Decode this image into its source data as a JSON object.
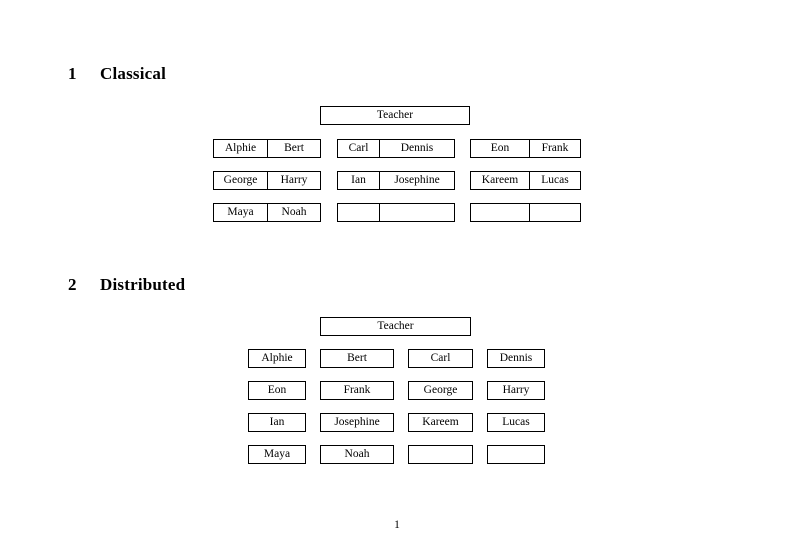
{
  "document": {
    "page_number": "1",
    "background_color": "#ffffff",
    "text_color": "#000000",
    "rule_color": "#000000"
  },
  "sections": [
    {
      "number": "1",
      "title": "Classical",
      "layout": "merged-pairs",
      "teacher_label": "Teacher",
      "groups": [
        {
          "name": "group-left",
          "rows": [
            [
              "Alphie",
              "Bert"
            ],
            [
              "George",
              "Harry"
            ],
            [
              "Maya",
              "Noah"
            ]
          ]
        },
        {
          "name": "group-middle",
          "rows": [
            [
              "Carl",
              "Dennis"
            ],
            [
              "Ian",
              "Josephine"
            ],
            [
              "",
              ""
            ]
          ]
        },
        {
          "name": "group-right",
          "rows": [
            [
              "Eon",
              "Frank"
            ],
            [
              "Kareem",
              "Lucas"
            ],
            [
              "",
              ""
            ]
          ]
        }
      ]
    },
    {
      "number": "2",
      "title": "Distributed",
      "layout": "independent-boxes",
      "teacher_label": "Teacher",
      "rows": [
        [
          "Alphie",
          "Bert",
          "Carl",
          "Dennis"
        ],
        [
          "Eon",
          "Frank",
          "George",
          "Harry"
        ],
        [
          "Ian",
          "Josephine",
          "Kareem",
          "Lucas"
        ],
        [
          "Maya",
          "Noah",
          "",
          ""
        ]
      ]
    }
  ]
}
